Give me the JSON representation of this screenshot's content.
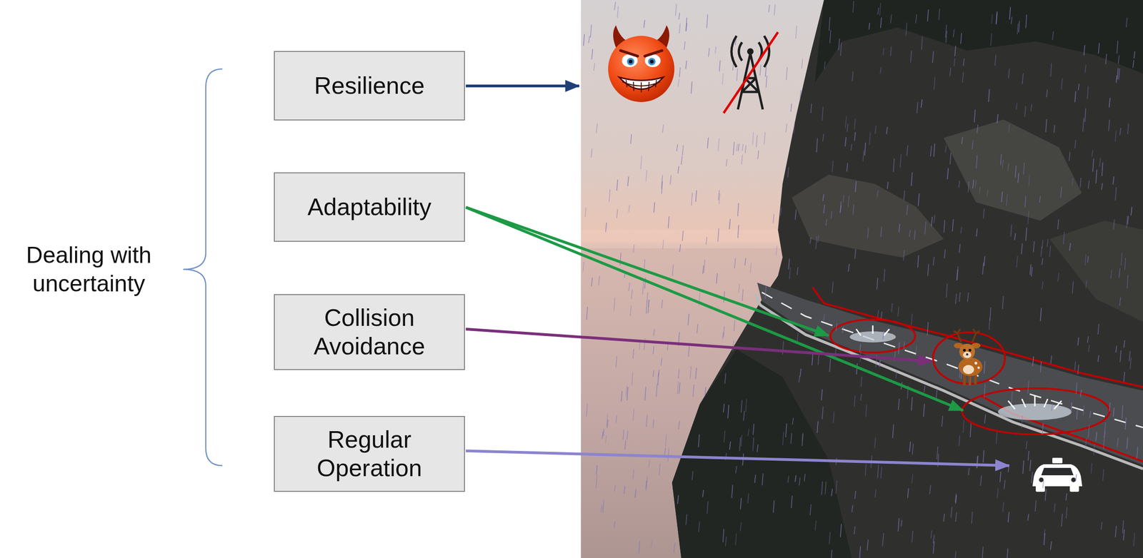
{
  "diagram": {
    "nodes": [
      {
        "text": [
          "Resilience"
        ]
      },
      {
        "text": [
          "Adaptability"
        ]
      },
      {
        "text": [
          "Collision Avoidance"
        ]
      },
      {
        "text": [
          "Regular Operation"
        ]
      }
    ],
    "labels": [
      "Dealing with uncertainty"
    ]
  }
}
